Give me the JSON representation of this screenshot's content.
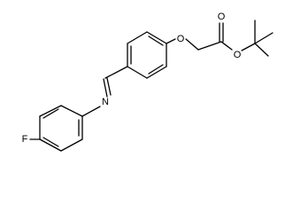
{
  "molecule": {
    "atom_labels": {
      "fluorine": "F",
      "imine_nitrogen": "N",
      "ether_oxygen": "O",
      "carbonyl_oxygen": "O",
      "ester_oxygen": "O"
    }
  }
}
